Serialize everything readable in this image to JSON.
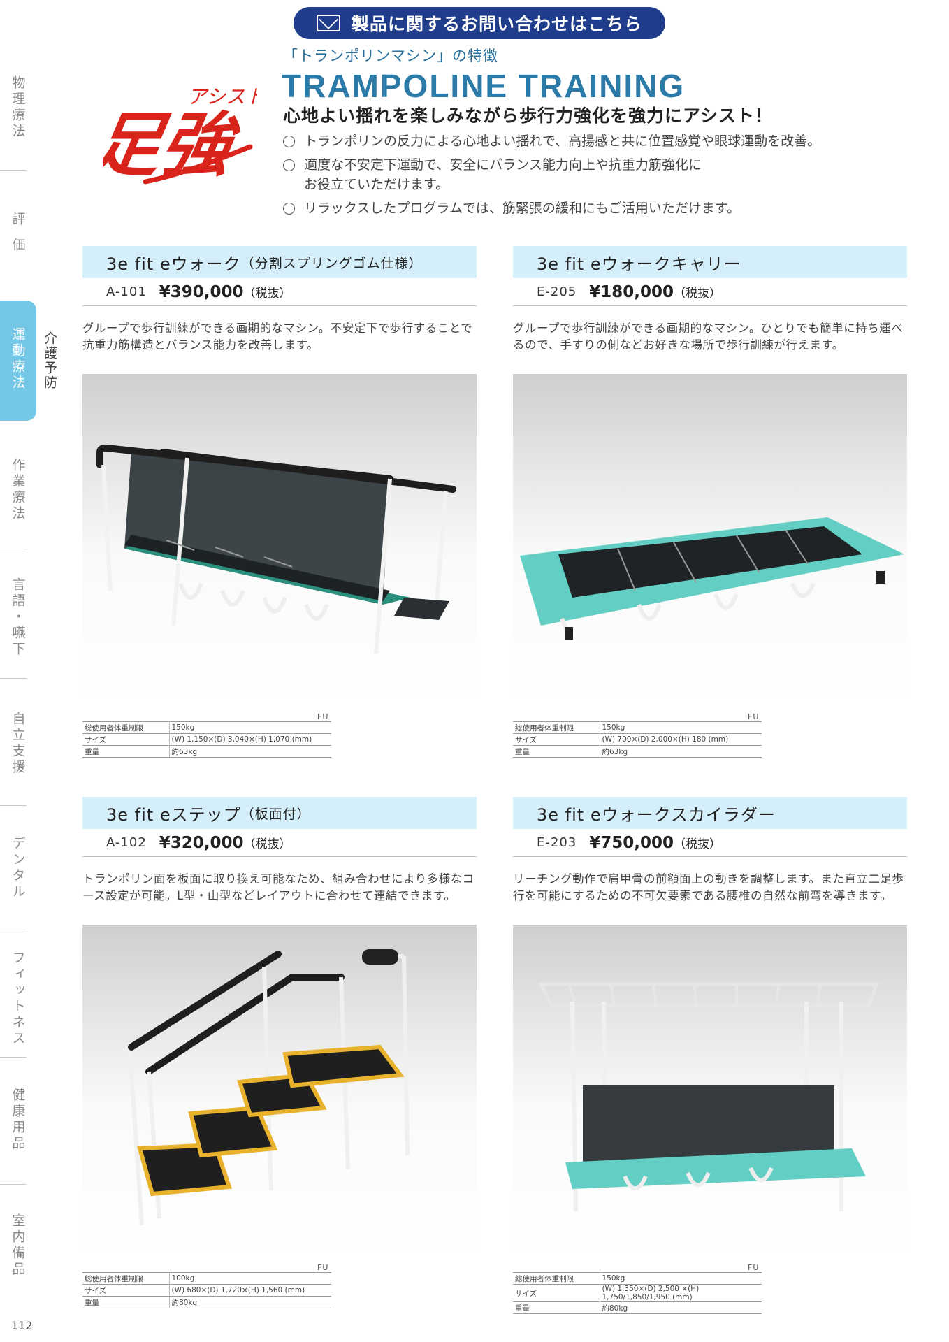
{
  "contact_banner": {
    "label": "製品に関するお問い合わせはこちら"
  },
  "header": {
    "logo_text": "足強",
    "logo_ruby": "アシスト",
    "subheading": "「トランポリンマシン」の特徴",
    "title": "TRAMPOLINE TRAINING",
    "catchphrase": "心地よい揺れを楽しみながら歩行力強化を強力にアシスト！",
    "features": [
      "トランポリンの反力による心地よい揺れで、高揚感と共に位置感覚や眼球運動を改善。",
      "適度な不安定下運動で、安全にバランス能力向上や抗重力筋強化に",
      "お役立ていただけます。",
      "リラックスしたプログラムでは、筋緊張の緩和にもご活用いただけます。"
    ]
  },
  "sidebar": {
    "items": [
      "物理療法",
      "評価",
      "運動療法",
      "作業療法",
      "言語・嚥下",
      "自立支援",
      "デンタル",
      "フィットネス",
      "健康用品",
      "室内備品"
    ],
    "active_index": 2,
    "active_sub": "介護予防",
    "accent_color": "#74c7e6"
  },
  "page_number": "112",
  "spec_labels": {
    "weight_limit": "総使用者体重制限",
    "size": "サイズ",
    "weight": "重量"
  },
  "products": [
    {
      "name": "3e fit eウォーク",
      "name_suffix": "（分割スプリングゴム仕様）",
      "code": "A-101",
      "price": "¥390,000",
      "tax": "（税抜）",
      "description": "グループで歩行訓練ができる画期的なマシン。不安定下で歩行することで抗重力筋構造とバランス能力を改善します。",
      "maker": "FU",
      "weight_limit": "150kg",
      "size": "(W) 1,150×(D) 3,040×(H) 1,070 (mm)",
      "weight": "約63kg"
    },
    {
      "name": "3e fit eウォークキャリー",
      "name_suffix": "",
      "code": "E-205",
      "price": "¥180,000",
      "tax": "（税抜）",
      "description": "グループで歩行訓練ができる画期的なマシン。ひとりでも簡単に持ち運べるので、手すりの側などお好きな場所で歩行訓練が行えます。",
      "maker": "FU",
      "weight_limit": "150kg",
      "size": "(W) 700×(D) 2,000×(H) 180 (mm)",
      "weight": "約63kg"
    },
    {
      "name": "3e fit eステップ",
      "name_suffix": "（板面付）",
      "code": "A-102",
      "price": "¥320,000",
      "tax": "（税抜）",
      "description": "トランポリン面を板面に取り換え可能なため、組み合わせにより多様なコース設定が可能。L型・山型などレイアウトに合わせて連結できます。",
      "maker": "FU",
      "weight_limit": "100kg",
      "size": "(W) 680×(D) 1,720×(H) 1,560 (mm)",
      "weight": "約80kg"
    },
    {
      "name": "3e fit eウォークスカイラダー",
      "name_suffix": "",
      "code": "E-203",
      "price": "¥750,000",
      "tax": "（税抜）",
      "description": "リーチング動作で肩甲骨の前額面上の動きを調整します。また直立二足歩行を可能にするための不可欠要素である腰椎の自然な前弯を導きます。",
      "maker": "FU",
      "weight_limit": "150kg",
      "size": "(W) 1,350×(D) 2,500 ×(H) 1,750/1,850/1,950 (mm)",
      "weight": "約80kg"
    }
  ]
}
